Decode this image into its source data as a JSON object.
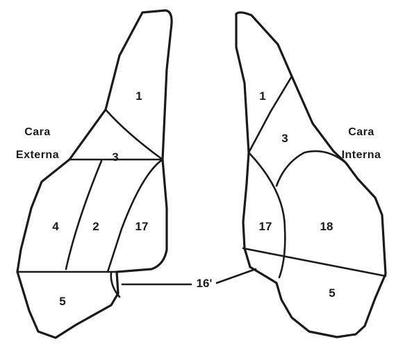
{
  "labels": {
    "outer_face_line1": "Cara",
    "outer_face_line2": "Externa",
    "inner_face_line1": "Cara",
    "inner_face_line2": "Interna",
    "shared_pointer": "16'"
  },
  "left_regions": {
    "r1": "1",
    "r3": "3",
    "r4": "4",
    "r2": "2",
    "r17": "17",
    "r5": "5"
  },
  "right_regions": {
    "r1": "1",
    "r3": "3",
    "r17": "17",
    "r18": "18",
    "r5": "5"
  },
  "colors": {
    "ink": "#1a1a1a",
    "background": "#ffffff"
  }
}
